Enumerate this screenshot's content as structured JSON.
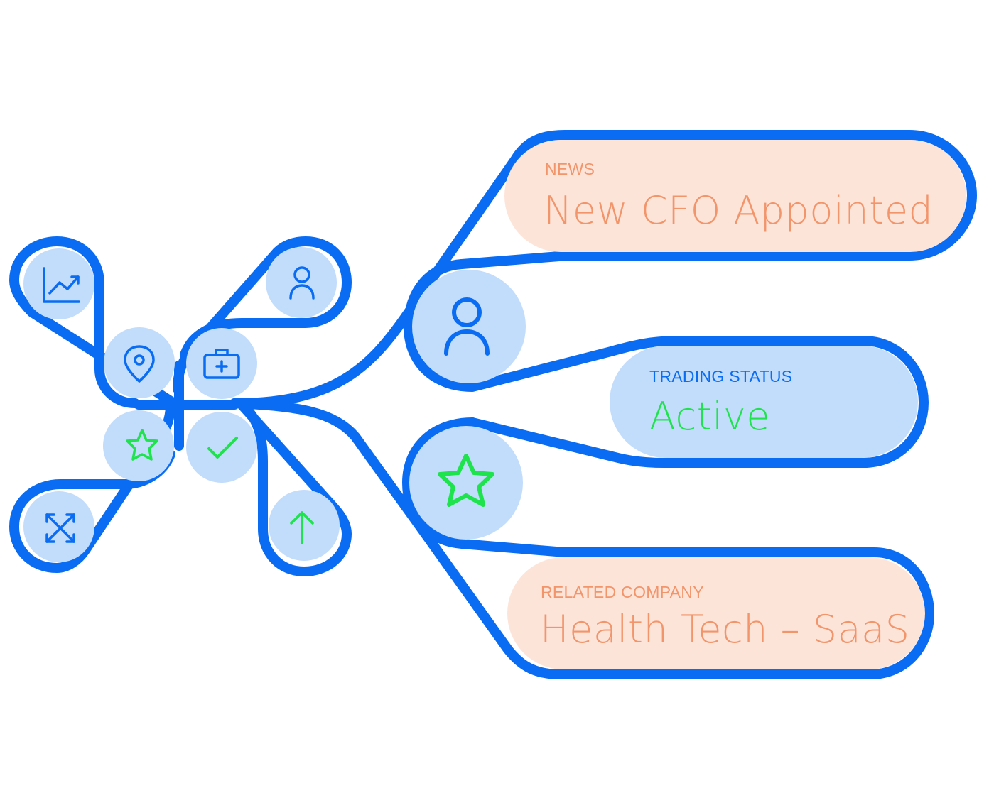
{
  "colors": {
    "outline": "#0A6CF2",
    "light_blue_fill": "#C2DCFB",
    "peach_fill": "#FDE4D9",
    "peach_text": "#F2956B",
    "green_accent": "#1FE34C",
    "blue_text": "#0A6CF2",
    "background": "#FFFFFF"
  },
  "cards": {
    "news": {
      "label": "NEWS",
      "value": "New CFO Appointed"
    },
    "trading_status": {
      "label": "TRADING STATUS",
      "value": "Active"
    },
    "related_company": {
      "label": "RELATED COMPANY",
      "value": "Health Tech – SaaS"
    }
  },
  "hub_icons": [
    "chart-trend-icon",
    "location-pin-icon",
    "person-icon",
    "briefcase-medical-icon",
    "star-icon",
    "check-icon",
    "expand-arrows-icon",
    "arrow-up-icon"
  ],
  "branch_icons": [
    "person-icon",
    "star-icon"
  ]
}
